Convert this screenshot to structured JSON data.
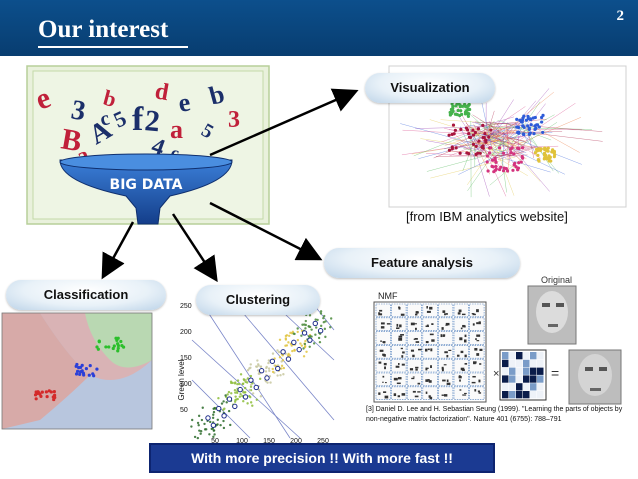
{
  "slide": {
    "title": "Our interest",
    "page_number": "2"
  },
  "funnel": {
    "label": "BIG DATA",
    "letters": [
      "e",
      "3",
      "b",
      "f",
      "d",
      "e",
      "b",
      "2",
      "5",
      "A",
      "B",
      "a",
      "4",
      "c",
      "a",
      "f",
      "e",
      "5",
      "3",
      "c"
    ]
  },
  "labels": {
    "visualization": "Visualization",
    "feature_analysis": "Feature analysis",
    "classification": "Classification",
    "clustering": "Clustering"
  },
  "captions": {
    "ibm_source": "[from IBM analytics website]",
    "reference": "[3] Daniel D. Lee and H. Sebastian Seung (1999). \"Learning the parts of objects by non-negative matrix factorization\". Nature 401 (6755): 788–791",
    "nmf_label": "NMF",
    "original_label": "Original"
  },
  "clustering_plot": {
    "ylabel": "Green level",
    "x_ticks": [
      "50",
      "100",
      "150",
      "200",
      "250"
    ],
    "y_ticks": [
      "250",
      "200",
      "150",
      "100",
      "50"
    ]
  },
  "banner": {
    "text": "With more precision !! With more fast !!"
  },
  "colors": {
    "header": "#0c4f8c",
    "banner": "#1b3a92",
    "funnel": "#1d57b0",
    "arrow": "#000000"
  }
}
